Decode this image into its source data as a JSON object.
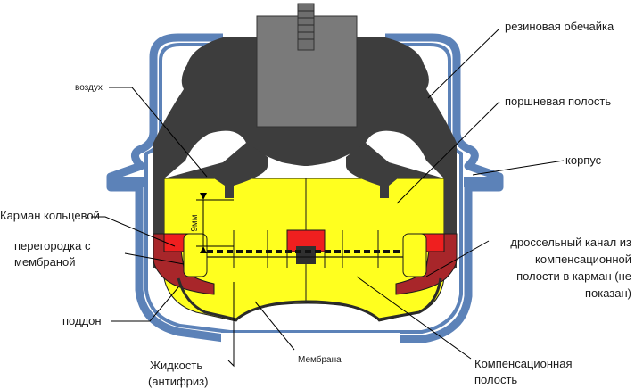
{
  "colors": {
    "housing": "#5c82b8",
    "housing_fill": "#ffffff",
    "rubber": "#3d3d3d",
    "stud": "#7a7a7a",
    "fluid": "#ffff1f",
    "partition": "#ef1f1f",
    "partition_dark": "#a8262a",
    "membrane": "#303030"
  },
  "labels": {
    "rubber_shell": "резиновая обечайка",
    "air": "воздух",
    "piston_cavity": "поршневая полость",
    "housing": "корпус",
    "ring_pocket": "Карман кольцевой",
    "gap": "9мм",
    "partition_line1": "перегородка с",
    "partition_line2": "мембраной",
    "throttle_line1": "дроссельный канал из",
    "throttle_line2": "компенсационной",
    "throttle_line3": "полости в карман (не",
    "throttle_line4": "показан)",
    "pan": "поддон",
    "membrane": "Мембрана",
    "fluid_line1": "Жидкость",
    "fluid_line2": "(антифриз)",
    "comp_line1": "Компенсационная",
    "comp_line2": "полость"
  }
}
